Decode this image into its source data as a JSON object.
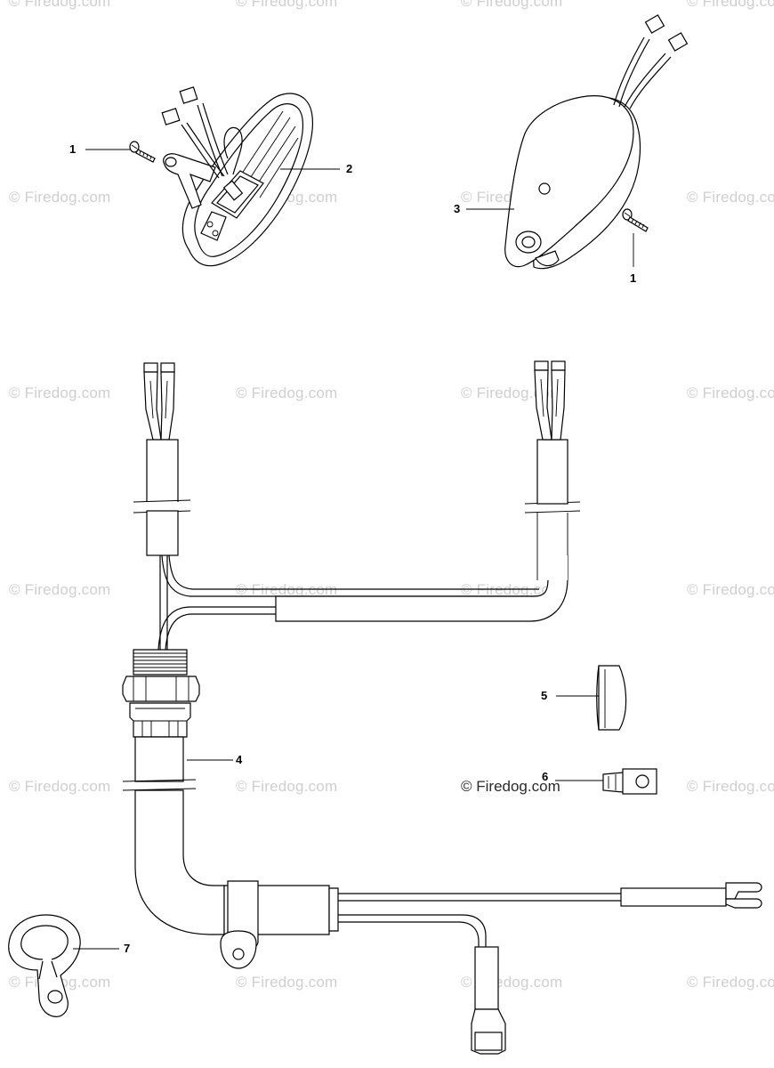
{
  "watermark": {
    "text": "© Firedog.com",
    "emphasized_text": "© Firedog.com"
  },
  "callouts": {
    "c1a": "1",
    "c2": "2",
    "c3": "3",
    "c1b": "1",
    "c4": "4",
    "c5": "5",
    "c6": "6",
    "c7": "7"
  }
}
